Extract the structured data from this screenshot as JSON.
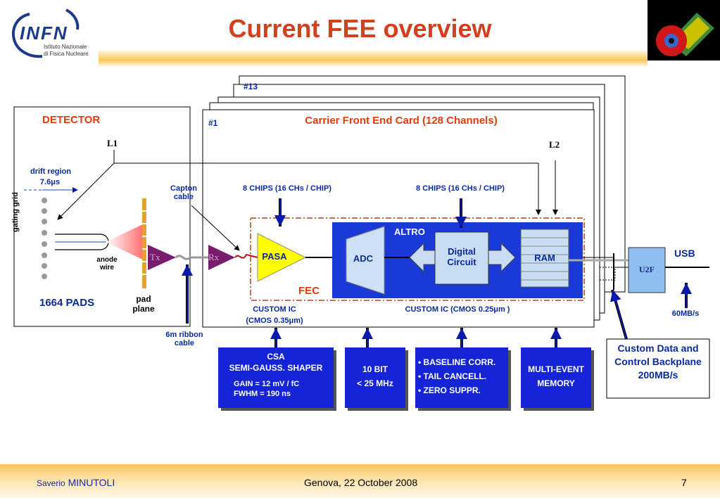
{
  "title": "Current FEE overview",
  "logo": {
    "text": "INFN",
    "sub1": "Istituto Nazionale",
    "sub2": "di Fisica Nucleare"
  },
  "detector": {
    "title": "DETECTOR",
    "l1": "L1",
    "drift_region": "drift region",
    "drift_time": "7.6μs",
    "gating_grid": "gating grid",
    "anode_wire": "anode wire",
    "pads": "1664 PADS",
    "pad_plane": "pad plane"
  },
  "cards": {
    "back": "#13",
    "front": "#1",
    "carrier": "Carrier Front End Card (128 Channels)",
    "l2": "L2"
  },
  "tx": "Tx",
  "rx": "Rx",
  "capton": "Capton cable",
  "ribbon": "6m ribbon cable",
  "chips_left": "8 CHIPS  (16 CHs / CHIP)",
  "chips_right": "8 CHIPS (16 CHs / CHIP)",
  "pasa": "PASA",
  "adc": "ADC",
  "altro": "ALTRO",
  "digital": "Digital Circuit",
  "ram": "RAM",
  "fec": "FEC",
  "custom_ic_left": "CUSTOM IC",
  "cmos_left": "(CMOS 0.35μm)",
  "custom_ic_right": "CUSTOM IC (CMOS 0.25μm )",
  "u2f": "U2F",
  "usb": "USB",
  "rate": "60MB/s",
  "backplane": "Custom Data and Control Backplane 200MB/s",
  "boxes": {
    "csa": {
      "l1": "CSA",
      "l2": "SEMI-GAUSS. SHAPER",
      "l3": "GAIN   = 12 mV / fC",
      "l4": "FWHM = 190 ns"
    },
    "adcbox": {
      "l1": "10 BIT",
      "l2": "< 25 MHz"
    },
    "proc": {
      "l1": "• BASELINE CORR.",
      "l2": "• TAIL CANCELL.",
      "l3": "•  ZERO SUPPR."
    },
    "mem": {
      "l1": "MULTI-EVENT",
      "l2": "MEMORY"
    }
  },
  "footer": {
    "first": "Saverio",
    "last": "MINUTOLI",
    "place": "Genova, 22 October 2008",
    "page": "7"
  },
  "colors": {
    "title": "#d2401e",
    "label_blue": "#0a2a9a",
    "box_blue": "#1424d6",
    "pasa_yellow": "#ffff00",
    "tx_purple": "#7a1c6e"
  }
}
